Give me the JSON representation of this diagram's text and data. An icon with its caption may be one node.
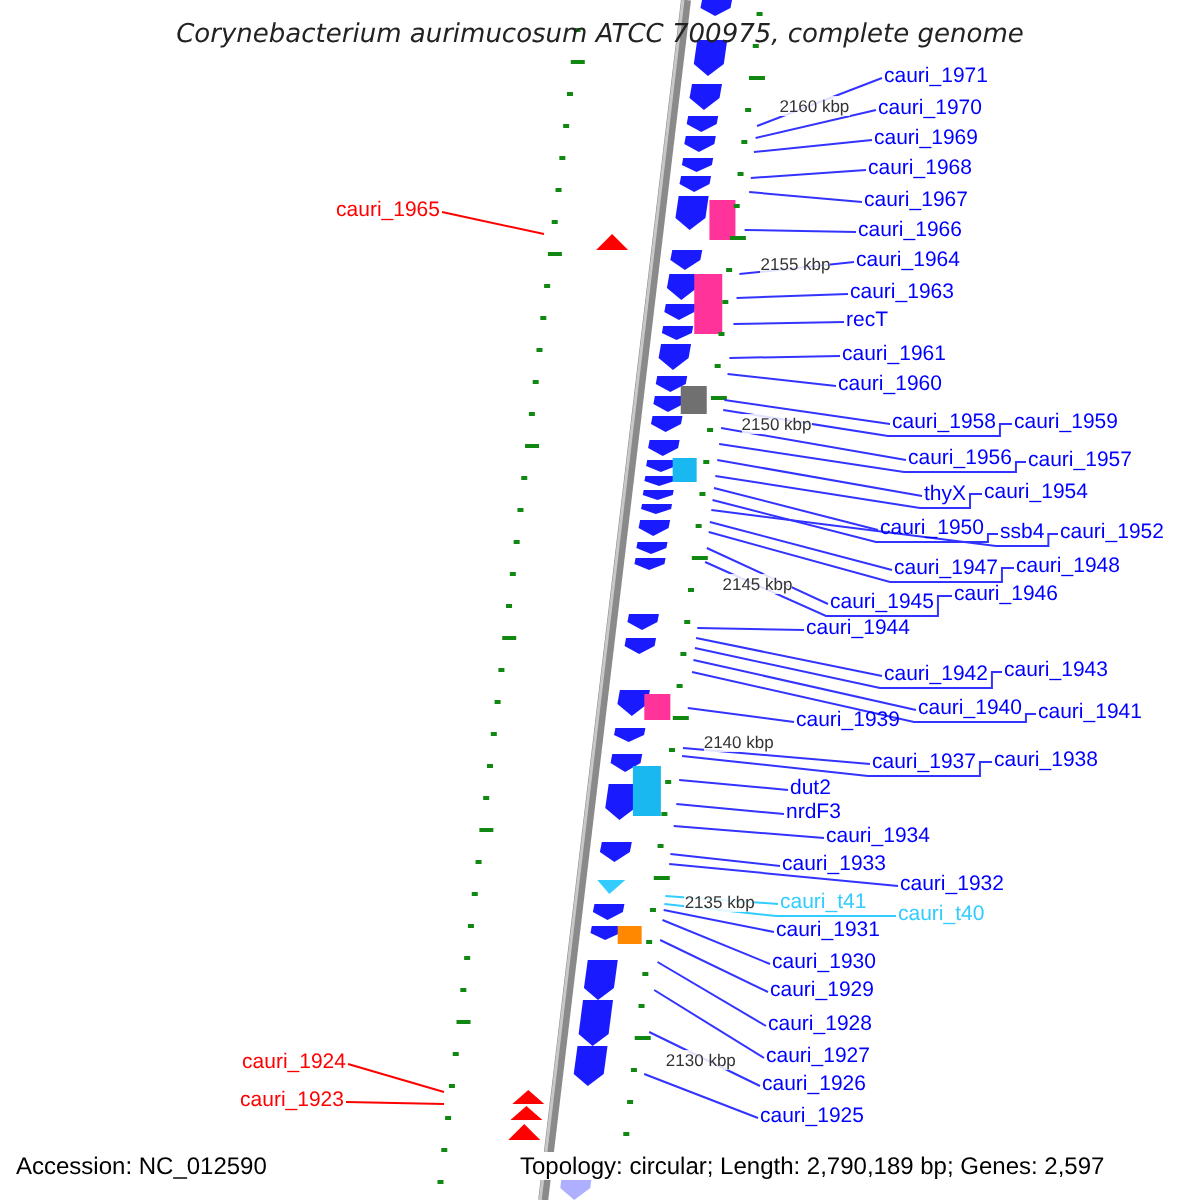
{
  "diagram": {
    "title": "Corynebacterium aurimucosum ATCC 700975, complete genome",
    "nodes": [
      {
        "text": [
          "cauri_1971"
        ]
      },
      {
        "text": [
          "cauri_1970"
        ]
      },
      {
        "text": [
          "cauri_1969"
        ]
      },
      {
        "text": [
          "cauri_1968"
        ]
      },
      {
        "text": [
          "cauri_1967"
        ]
      },
      {
        "text": [
          "cauri_1965"
        ]
      },
      {
        "text": [
          "cauri_1966"
        ]
      },
      {
        "text": [
          "cauri_1964"
        ]
      },
      {
        "text": [
          "cauri_1963"
        ]
      },
      {
        "text": [
          "recT"
        ]
      },
      {
        "text": [
          "cauri_1961"
        ]
      },
      {
        "text": [
          "cauri_1960"
        ]
      },
      {
        "text": [
          "cauri_1958"
        ]
      },
      {
        "text": [
          "cauri_1959"
        ]
      },
      {
        "text": [
          "cauri_1956"
        ]
      },
      {
        "text": [
          "cauri_1957"
        ]
      },
      {
        "text": [
          "thyX"
        ]
      },
      {
        "text": [
          "cauri_1954"
        ]
      },
      {
        "text": [
          "cauri_1950"
        ]
      },
      {
        "text": [
          "ssb4"
        ]
      },
      {
        "text": [
          "cauri_1952"
        ]
      },
      {
        "text": [
          "cauri_1947"
        ]
      },
      {
        "text": [
          "cauri_1948"
        ]
      },
      {
        "text": [
          "cauri_1945"
        ]
      },
      {
        "text": [
          "cauri_1946"
        ]
      },
      {
        "text": [
          "cauri_1944"
        ]
      },
      {
        "text": [
          "cauri_1942"
        ]
      },
      {
        "text": [
          "cauri_1943"
        ]
      },
      {
        "text": [
          "cauri_1940"
        ]
      },
      {
        "text": [
          "cauri_1941"
        ]
      },
      {
        "text": [
          "cauri_1939"
        ]
      },
      {
        "text": [
          "cauri_1937"
        ]
      },
      {
        "text": [
          "cauri_1938"
        ]
      },
      {
        "text": [
          "dut2"
        ]
      },
      {
        "text": [
          "nrdF3"
        ]
      },
      {
        "text": [
          "cauri_1934"
        ]
      },
      {
        "text": [
          "cauri_1933"
        ]
      },
      {
        "text": [
          "cauri_1932"
        ]
      },
      {
        "text": [
          "cauri_t41"
        ]
      },
      {
        "text": [
          "cauri_t40"
        ]
      },
      {
        "text": [
          "cauri_1931"
        ]
      },
      {
        "text": [
          "cauri_1930"
        ]
      },
      {
        "text": [
          "cauri_1929"
        ]
      },
      {
        "text": [
          "cauri_1928"
        ]
      },
      {
        "text": [
          "cauri_1927"
        ]
      },
      {
        "text": [
          "cauri_1924"
        ]
      },
      {
        "text": [
          "cauri_1926"
        ]
      },
      {
        "text": [
          "cauri_1923"
        ]
      },
      {
        "text": [
          "cauri_1925"
        ]
      }
    ],
    "edges": [
      {
        "from": 0,
        "to": null,
        "arrow": "none"
      },
      {
        "from": 1,
        "to": null,
        "arrow": "none"
      },
      {
        "from": 2,
        "to": null,
        "arrow": "none"
      },
      {
        "from": 3,
        "to": null,
        "arrow": "none"
      },
      {
        "from": 4,
        "to": null,
        "arrow": "none"
      },
      {
        "from": 5,
        "to": null,
        "arrow": "none",
        "color": "#ff0000"
      },
      {
        "from": 6,
        "to": null,
        "arrow": "none"
      },
      {
        "from": 7,
        "to": null,
        "arrow": "none"
      },
      {
        "from": 8,
        "to": null,
        "arrow": "none"
      },
      {
        "from": 9,
        "to": null,
        "arrow": "none"
      },
      {
        "from": 10,
        "to": null,
        "arrow": "none"
      },
      {
        "from": 11,
        "to": null,
        "arrow": "none"
      },
      {
        "from": 12,
        "to": null,
        "arrow": "none"
      },
      {
        "from": 13,
        "to": null,
        "arrow": "none"
      },
      {
        "from": 14,
        "to": null,
        "arrow": "none"
      },
      {
        "from": 15,
        "to": null,
        "arrow": "none"
      },
      {
        "from": 16,
        "to": null,
        "arrow": "none"
      },
      {
        "from": 17,
        "to": null,
        "arrow": "none"
      },
      {
        "from": 18,
        "to": null,
        "arrow": "none"
      },
      {
        "from": 19,
        "to": null,
        "arrow": "none"
      },
      {
        "from": 20,
        "to": null,
        "arrow": "none"
      },
      {
        "from": 21,
        "to": null,
        "arrow": "none"
      },
      {
        "from": 22,
        "to": null,
        "arrow": "none"
      },
      {
        "from": 23,
        "to": null,
        "arrow": "none"
      },
      {
        "from": 24,
        "to": null,
        "arrow": "none"
      },
      {
        "from": 25,
        "to": null,
        "arrow": "none"
      },
      {
        "from": 26,
        "to": null,
        "arrow": "none"
      },
      {
        "from": 27,
        "to": null,
        "arrow": "none"
      },
      {
        "from": 28,
        "to": null,
        "arrow": "none"
      },
      {
        "from": 29,
        "to": null,
        "arrow": "none"
      },
      {
        "from": 30,
        "to": null,
        "arrow": "none"
      },
      {
        "from": 31,
        "to": null,
        "arrow": "none"
      },
      {
        "from": 32,
        "to": null,
        "arrow": "none"
      },
      {
        "from": 33,
        "to": null,
        "arrow": "none"
      },
      {
        "from": 34,
        "to": null,
        "arrow": "none"
      },
      {
        "from": 35,
        "to": null,
        "arrow": "none"
      },
      {
        "from": 36,
        "to": null,
        "arrow": "none"
      },
      {
        "from": 37,
        "to": null,
        "arrow": "none"
      },
      {
        "from": 38,
        "to": null,
        "arrow": "none",
        "color": "#33ccff"
      },
      {
        "from": 39,
        "to": null,
        "arrow": "none",
        "color": "#33ccff"
      },
      {
        "from": 40,
        "to": null,
        "arrow": "none"
      },
      {
        "from": 41,
        "to": null,
        "arrow": "none"
      },
      {
        "from": 42,
        "to": null,
        "arrow": "none"
      },
      {
        "from": 43,
        "to": null,
        "arrow": "none"
      },
      {
        "from": 44,
        "to": null,
        "arrow": "none"
      },
      {
        "from": 45,
        "to": null,
        "arrow": "none",
        "color": "#ff0000"
      },
      {
        "from": 46,
        "to": null,
        "arrow": "none"
      },
      {
        "from": 47,
        "to": null,
        "arrow": "none",
        "color": "#ff0000"
      },
      {
        "from": 48,
        "to": null,
        "arrow": "none"
      }
    ],
    "labels": [
      "2160 kbp",
      "2155 kbp",
      "2150 kbp",
      "2145 kbp",
      "2140 kbp",
      "2135 kbp",
      "2130 kbp",
      "Accession: NC_012590",
      "Topology: circular; Length: 2,790,189 bp; Genes: 2,597"
    ]
  }
}
